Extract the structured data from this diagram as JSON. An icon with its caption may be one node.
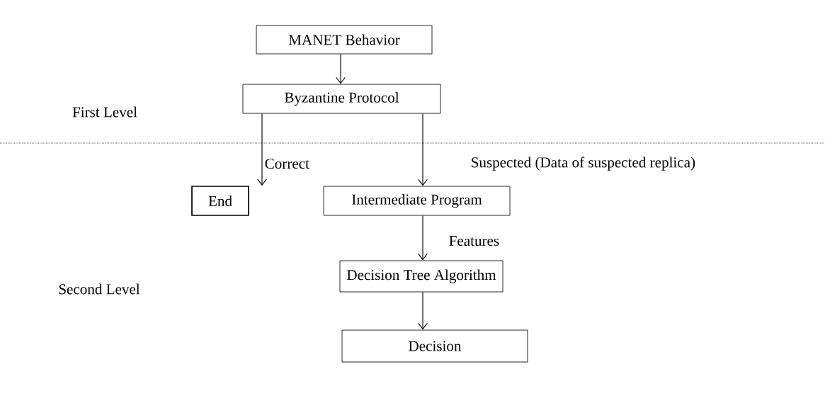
{
  "diagram": {
    "nodes": [
      {
        "text": [
          "MANET Behavior"
        ]
      },
      {
        "text": [
          "Byzantine Protocol"
        ]
      },
      {
        "text": [
          "End"
        ]
      },
      {
        "text": [
          "Intermediate Program"
        ]
      },
      {
        "text": [
          "Decision Tree Algorithm"
        ]
      },
      {
        "text": [
          "Decision"
        ]
      }
    ],
    "edges": [
      {
        "from": 0,
        "to": 1,
        "arrow": "to"
      },
      {
        "from": 1,
        "to": 2,
        "arrow": "to",
        "label": "Correct"
      },
      {
        "from": 1,
        "to": 3,
        "arrow": "to",
        "label": "Suspected (Data of suspected replica)"
      },
      {
        "from": 3,
        "to": 4,
        "arrow": "to",
        "label": "Features"
      },
      {
        "from": 4,
        "to": 5,
        "arrow": "to"
      }
    ],
    "labels": [
      "First Level",
      "Second Level"
    ]
  }
}
